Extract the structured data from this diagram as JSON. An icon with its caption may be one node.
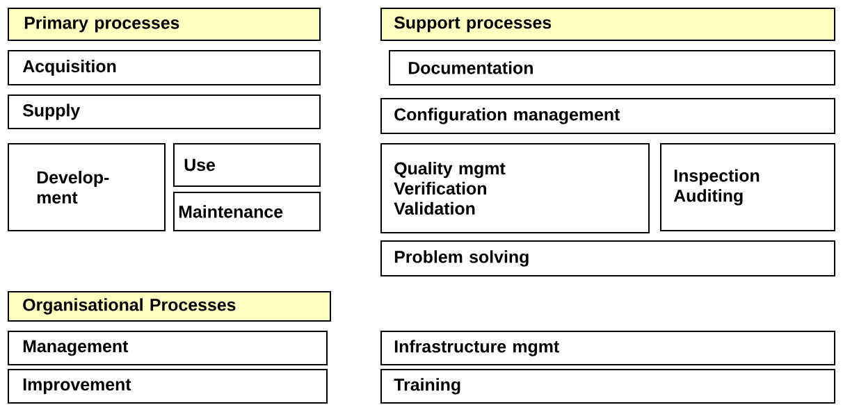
{
  "diagram": {
    "nodes": [
      {
        "text": [
          "Primary processes"
        ]
      },
      {
        "text": [
          "Acquisition"
        ]
      },
      {
        "text": [
          "Supply"
        ]
      },
      {
        "text": [
          "Develop- ment"
        ]
      },
      {
        "text": [
          "Use"
        ]
      },
      {
        "text": [
          "Maintenance"
        ]
      },
      {
        "text": [
          "Support processes"
        ]
      },
      {
        "text": [
          "Documentation"
        ]
      },
      {
        "text": [
          "Configuration management"
        ]
      },
      {
        "text": [
          "Quality mgmt",
          "Verification",
          "Validation"
        ]
      },
      {
        "text": [
          "Inspection",
          "Auditing"
        ]
      },
      {
        "text": [
          "Problem solving"
        ]
      },
      {
        "text": [
          "Organisational Processes"
        ]
      },
      {
        "text": [
          "Management"
        ]
      },
      {
        "text": [
          "Improvement"
        ]
      },
      {
        "text": [
          "Infrastructure mgmt"
        ]
      },
      {
        "text": [
          "Training"
        ]
      }
    ]
  }
}
